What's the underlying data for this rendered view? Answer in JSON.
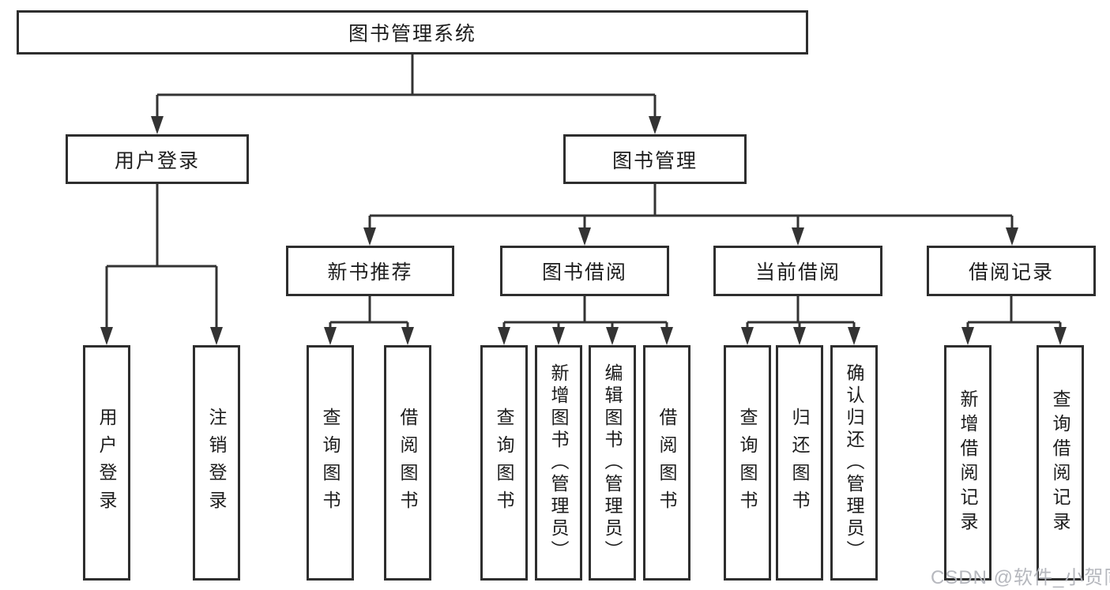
{
  "tree": {
    "root": {
      "label": "图书管理系统"
    },
    "branches": [
      {
        "label": "用户登录",
        "children": [
          {
            "label": "用户登录"
          },
          {
            "label": "注销登录"
          }
        ]
      },
      {
        "label": "图书管理",
        "children": [
          {
            "label": "新书推荐",
            "children": [
              {
                "label": "查询图书"
              },
              {
                "label": "借阅图书"
              }
            ]
          },
          {
            "label": "图书借阅",
            "children": [
              {
                "label": "查询图书"
              },
              {
                "label": "新增图书（管理员）"
              },
              {
                "label": "编辑图书（管理员）"
              },
              {
                "label": "借阅图书"
              }
            ]
          },
          {
            "label": "当前借阅",
            "children": [
              {
                "label": "查询图书"
              },
              {
                "label": "归还图书"
              },
              {
                "label": "确认归还（管理员）"
              }
            ]
          },
          {
            "label": "借阅记录",
            "children": [
              {
                "label": "新增借阅记录"
              },
              {
                "label": "查询借阅记录"
              }
            ]
          }
        ]
      }
    ]
  },
  "watermark": {
    "text": "CSDN @软件_小贺同学"
  },
  "colors": {
    "line": "#333333",
    "box_border": "#2e2e2e",
    "text": "#1d1d1d",
    "watermark": "#b2b4ba",
    "background": "#ffffff"
  }
}
